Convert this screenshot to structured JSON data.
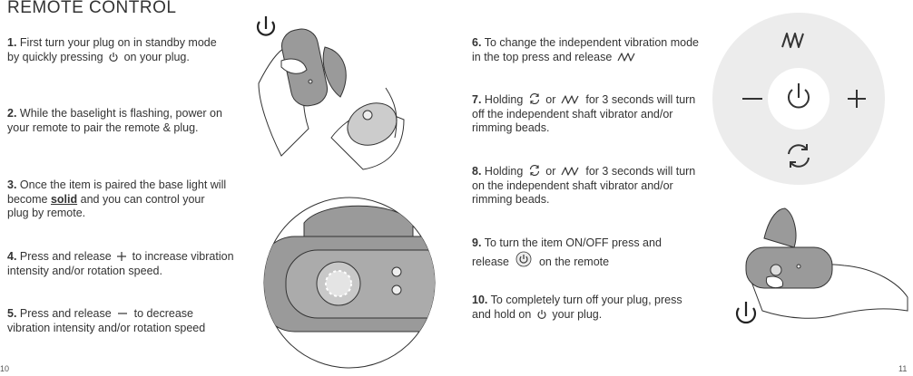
{
  "title": "REMOTE CONTROL",
  "steps": {
    "s1": {
      "num": "1.",
      "pre": "First turn your plug on in standby mode by quickly pressing",
      "post": "on your plug."
    },
    "s2": {
      "num": "2.",
      "text": "While the baselight is flashing, power on your remote to pair the remote & plug."
    },
    "s3": {
      "num": "3.",
      "pre": "Once the item is paired the base light will become",
      "emph": "solid",
      "post": "and you can control your plug by remote."
    },
    "s4": {
      "num": "4.",
      "pre": "Press and release",
      "post": "to increase vibration intensity and/or rotation speed."
    },
    "s5": {
      "num": "5.",
      "pre": "Press and release",
      "post": "to decrease vibration intensity and/or rotation speed"
    },
    "s6": {
      "num": "6.",
      "text": "To change the independent vibration mode in the top press and release"
    },
    "s7": {
      "num": "7.",
      "pre": "Holding",
      "mid": "or",
      "post": "for 3 seconds will turn off the independent shaft vibrator and/or rimming beads."
    },
    "s8": {
      "num": "8.",
      "pre": "Holding",
      "mid": "or",
      "post": "for 3 seconds will turn on the independent shaft vibrator and/or rimming beads."
    },
    "s9": {
      "num": "9.",
      "pre": "To turn the item ON/OFF press and release",
      "post": "on the remote"
    },
    "s10": {
      "num": "10.",
      "pre": "To completely turn off your plug, press and hold on",
      "post": "your plug."
    }
  },
  "page_numbers": {
    "left": "10",
    "right": "11"
  },
  "icons": [
    "power-icon",
    "plus-icon",
    "minus-icon",
    "wave-icon",
    "cycle-icon"
  ],
  "colors": {
    "text": "#333333",
    "remote_bg": "#ececec",
    "device": "#9a9a9a"
  }
}
